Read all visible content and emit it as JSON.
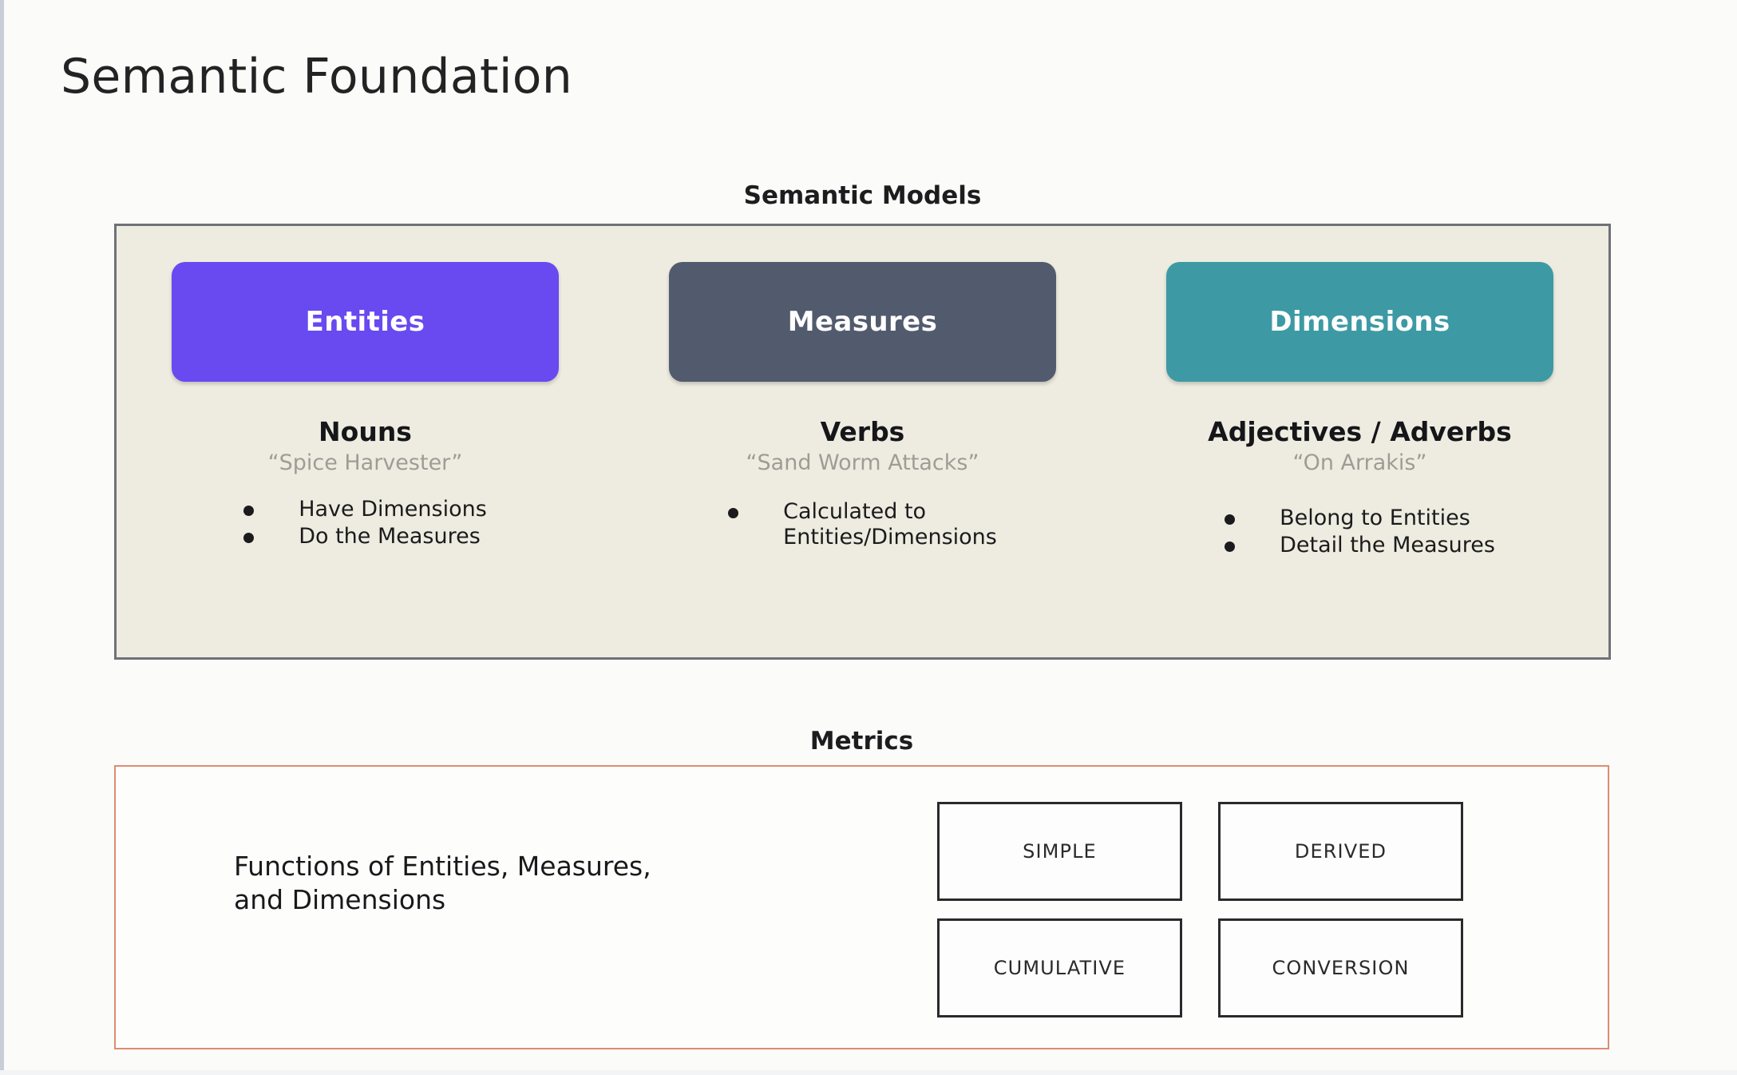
{
  "page": {
    "title": "Semantic Foundation",
    "background_color": "#fbfbf9"
  },
  "semantic_models": {
    "heading": "Semantic Models",
    "panel_bg_color": "#eeece0",
    "panel_border_color": "#6e7178",
    "columns": [
      {
        "pill_label": "Entities",
        "pill_color": "#6949f0",
        "part_of_speech": "Nouns",
        "example": "“Spice Harvester”",
        "bullets": [
          "Have Dimensions",
          "Do the Measures"
        ]
      },
      {
        "pill_label": "Measures",
        "pill_color": "#525b6e",
        "part_of_speech": "Verbs",
        "example": "“Sand Worm Attacks”",
        "bullets": [
          "Calculated to\nEntities/Dimensions"
        ]
      },
      {
        "pill_label": "Dimensions",
        "pill_color": "#3d9aa4",
        "part_of_speech": "Adjectives / Adverbs",
        "example": "“On Arrakis”",
        "bullets": [
          "Belong to Entities",
          "Detail the Measures"
        ]
      }
    ]
  },
  "metrics": {
    "heading": "Metrics",
    "panel_border_color": "#dd8d71",
    "description": "Functions of Entities, Measures,\nand Dimensions",
    "types": [
      "SIMPLE",
      "DERIVED",
      "CUMULATIVE",
      "CONVERSION"
    ]
  }
}
